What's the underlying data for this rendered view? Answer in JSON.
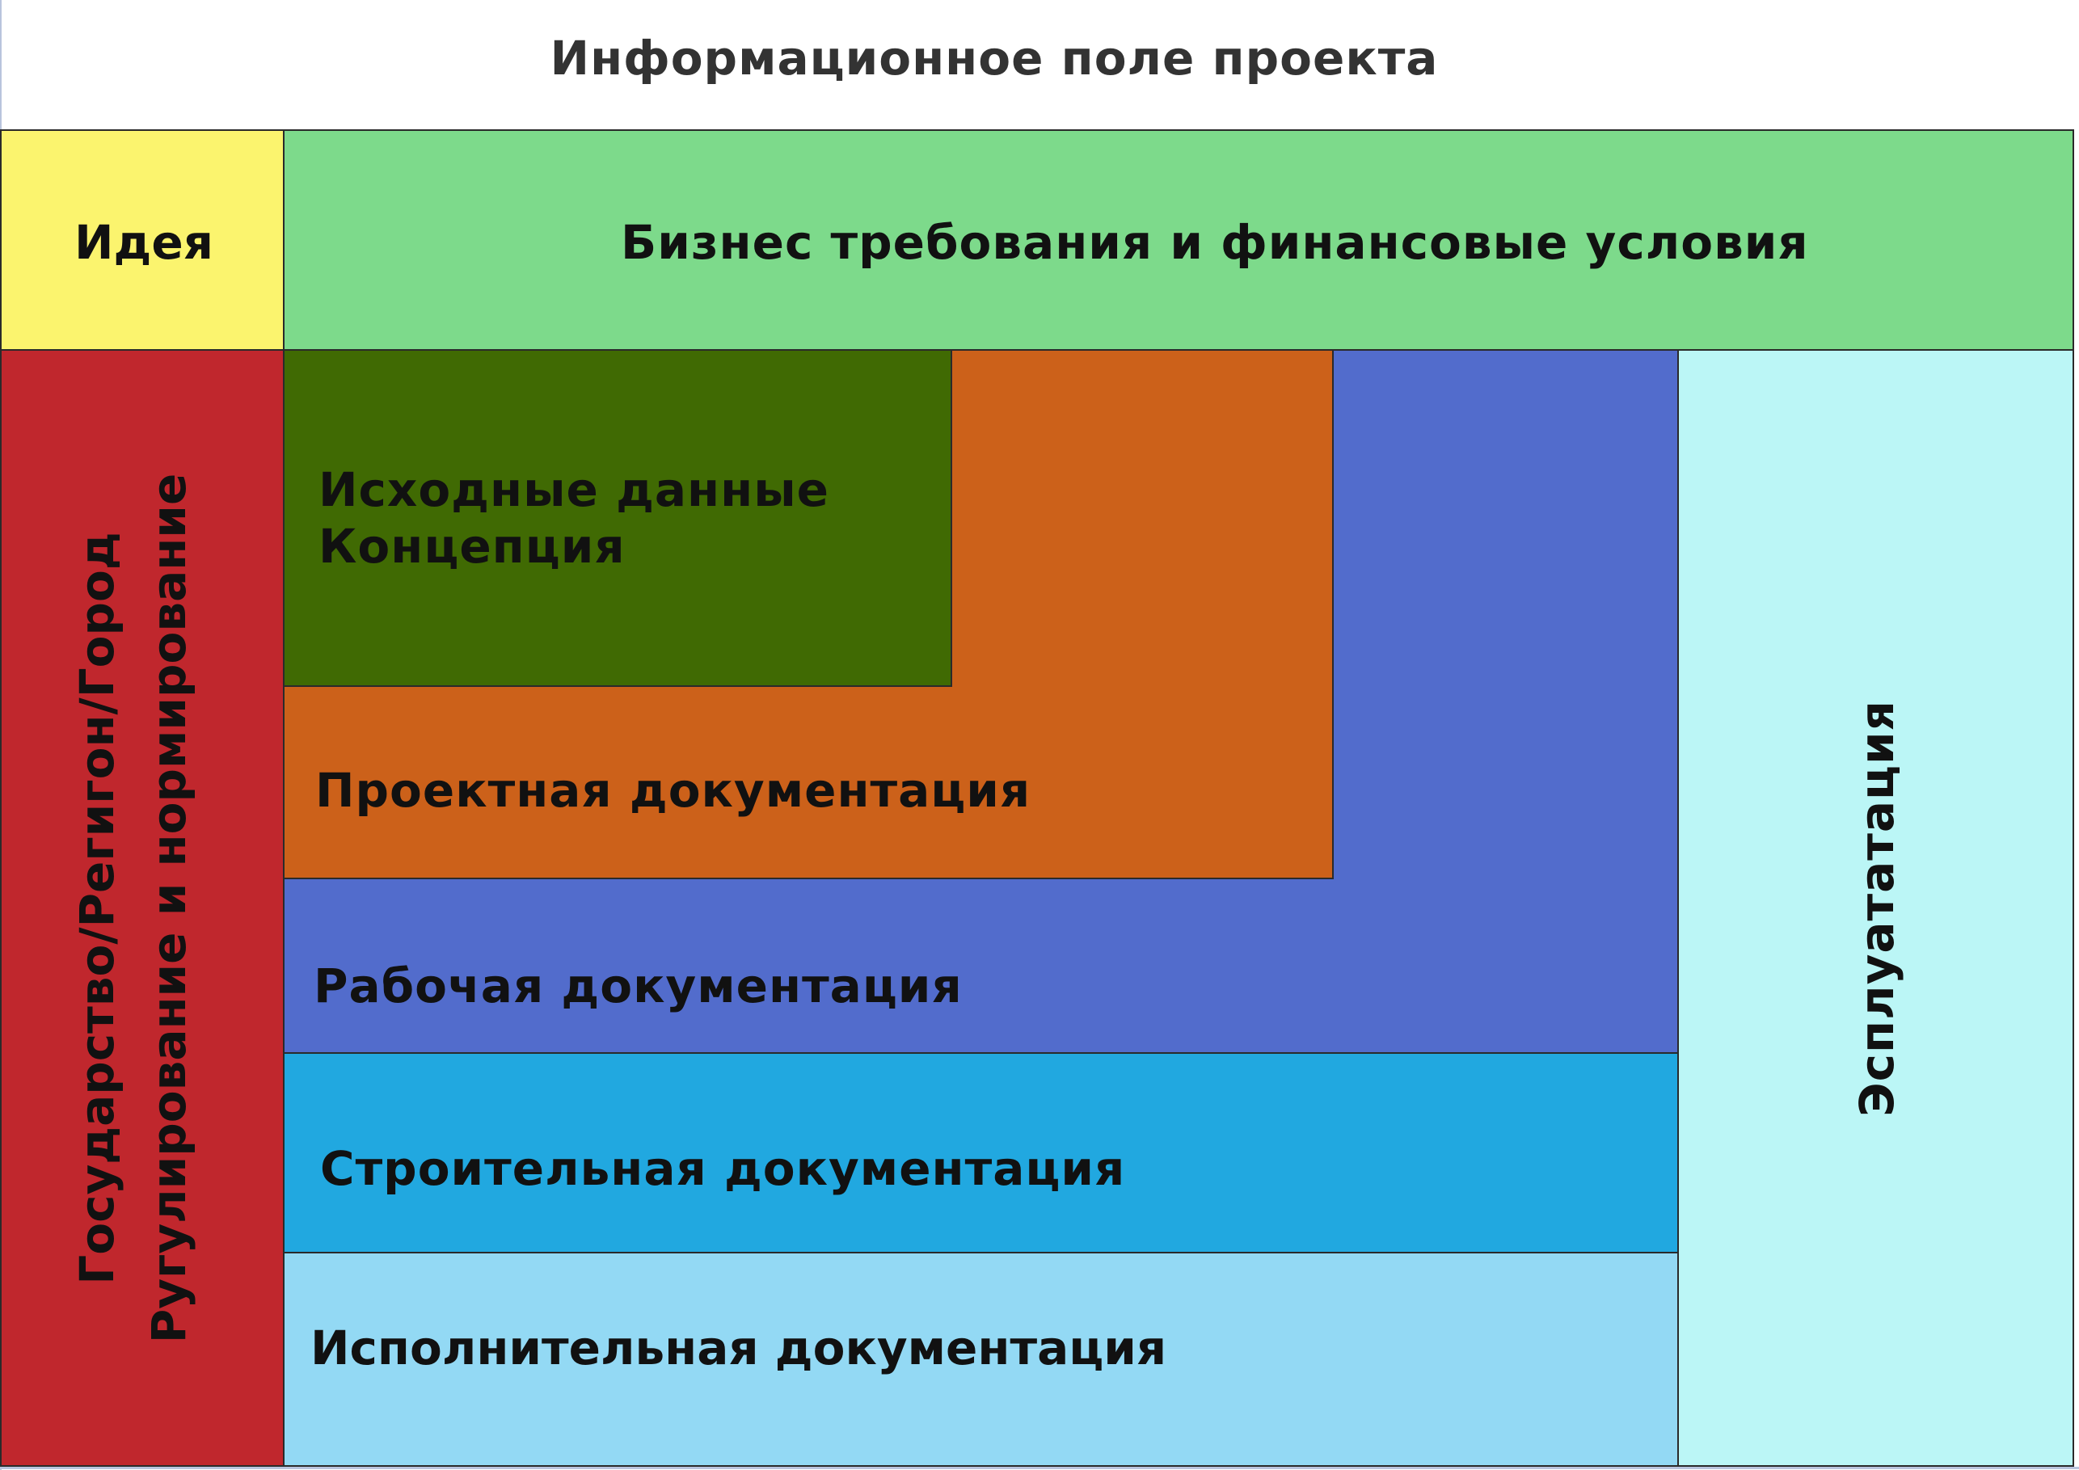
{
  "title": "Информационное поле проекта",
  "blocks": {
    "idea": {
      "label": "Идея",
      "color": "#FBF46E"
    },
    "business": {
      "label": "Бизнес требования и финансовые условия",
      "color": "#7DDA8B"
    },
    "government": {
      "line1": "Государство/Регигон/Город",
      "line2": "Ругулирование и нормирование",
      "color": "#C0272D"
    },
    "initial_data": {
      "line1": "Исходные данные",
      "line2": "Концепция",
      "color": "#406A03"
    },
    "project_docs": {
      "label": "Проектная документация",
      "color": "#CC611A"
    },
    "working_docs": {
      "label": "Рабочая документация",
      "color": "#526CCC"
    },
    "construction_docs": {
      "label": "Строительная документация",
      "color": "#21A8E0"
    },
    "executive_docs": {
      "label": "Исполнительная документация",
      "color": "#93D9F4"
    },
    "operation": {
      "label": "Эсплуататация",
      "color": "#BBF6F6"
    }
  }
}
